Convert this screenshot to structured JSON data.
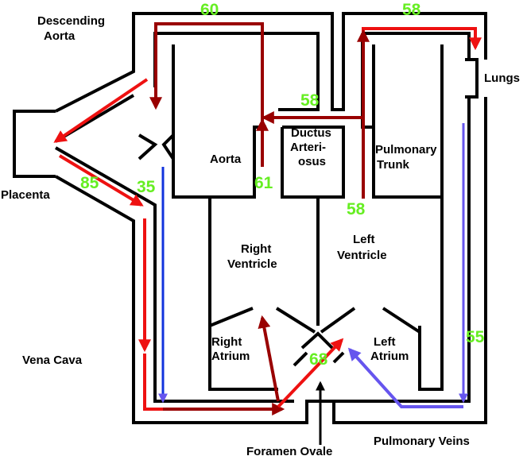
{
  "labels": {
    "descending_aorta_1": "Descending",
    "descending_aorta_2": "Aorta",
    "placenta": "Placenta",
    "vena_cava": "Vena Cava",
    "aorta": "Aorta",
    "ductus_1": "Ductus",
    "ductus_2": "Arteri-",
    "ductus_3": "osus",
    "pulmonary_trunk_1": "Pulmonary",
    "pulmonary_trunk_2": "Trunk",
    "lungs": "Lungs",
    "right_ventricle_1": "Right",
    "right_ventricle_2": "Ventricle",
    "left_ventricle_1": "Left",
    "left_ventricle_2": "Ventricle",
    "right_atrium_1": "Right",
    "right_atrium_2": "Atrium",
    "left_atrium_1": "Left",
    "left_atrium_2": "Atrium",
    "foramen_ovale": "Foramen Ovale",
    "pulmonary_veins": "Pulmonary Veins"
  },
  "saturation_values": {
    "descending_aorta": "60",
    "lungs_artery": "58",
    "ductus_arteriosus": "58",
    "placenta_vein": "85",
    "vena_cava_upper": "35",
    "aorta_root": "61",
    "pulmonary_trunk": "58",
    "foramen_ovale": "68",
    "pulmonary_veins": "55"
  },
  "colors": {
    "oxygenated_arrow": "#ee1111",
    "mixed_arrow": "#990000",
    "deoxygenated_line": "#1133dd",
    "pulmonary_vein_arrow": "#6655ee",
    "value_text": "#66ee22",
    "walls": "#000000"
  }
}
